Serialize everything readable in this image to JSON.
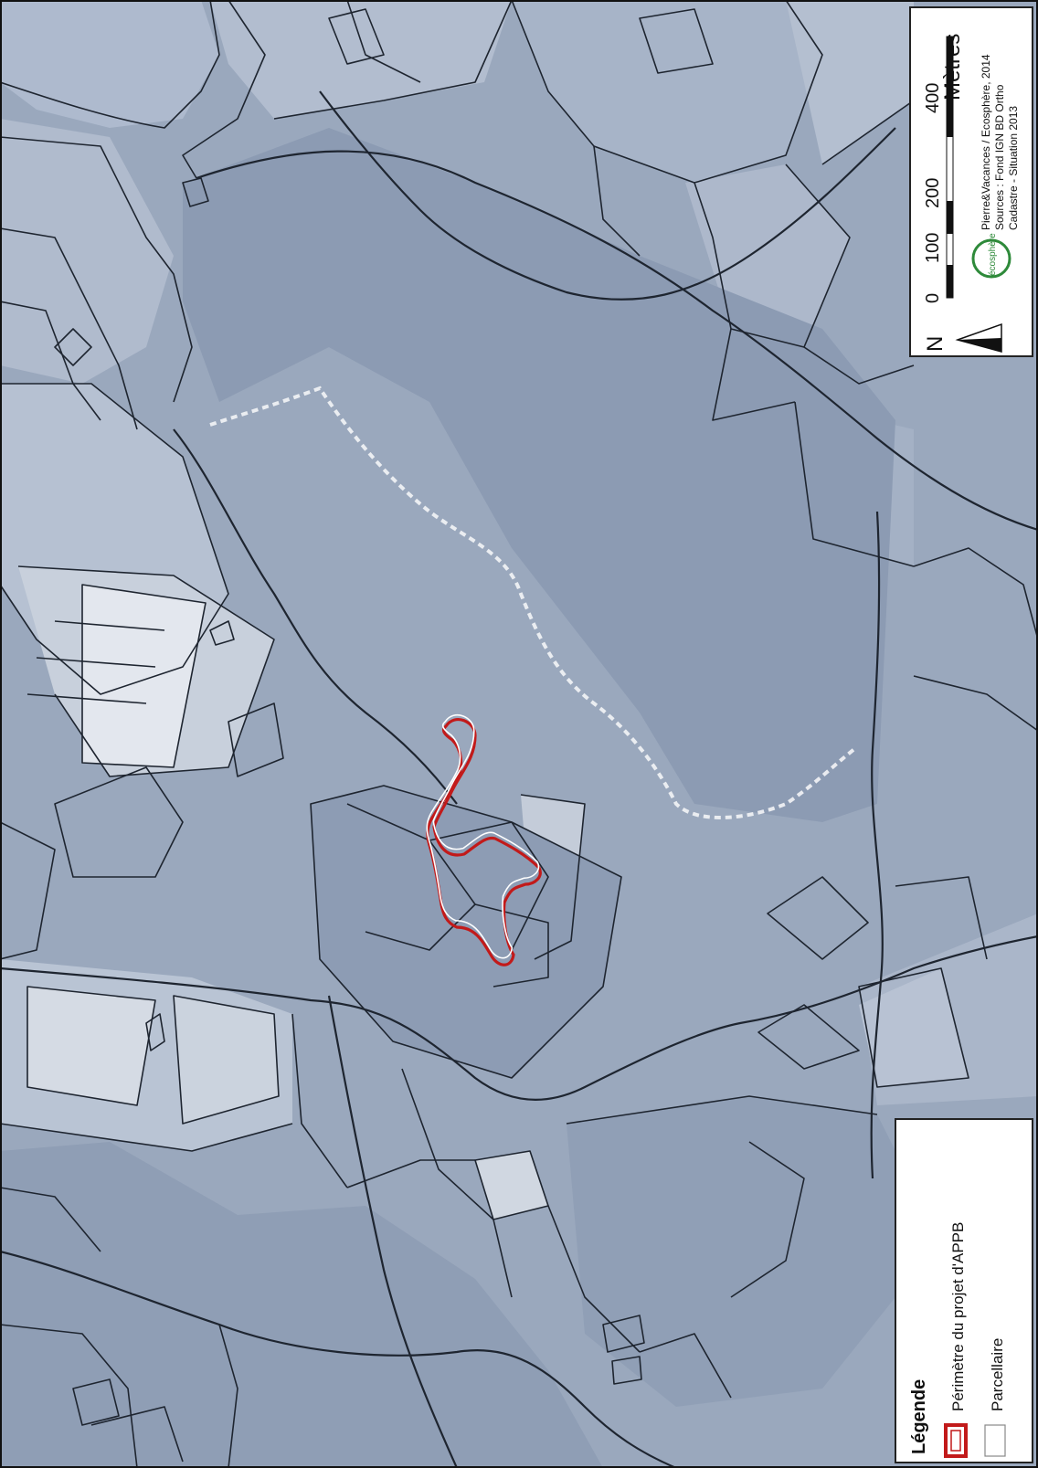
{
  "legend": {
    "title": "Légende",
    "items": [
      {
        "label": "Périmètre du projet d'APPB",
        "swatch": "red-double-outline"
      },
      {
        "label": "Parcellaire",
        "swatch": "white-box"
      }
    ]
  },
  "scalebar": {
    "north": "N",
    "ticks": [
      "0",
      "100",
      "200",
      "400"
    ],
    "unit": "Mètres"
  },
  "credits": {
    "line1": "Pierre&Vacances / Ecosphère, 2014",
    "line2": "Sources : Fond IGN BD Ortho",
    "line3": "Cadastre - Situation 2013"
  },
  "logo": {
    "text": "écosphère"
  },
  "colors": {
    "forest": "#8e9db4",
    "meadow": "#b7c2d2",
    "field_light": "#dee3ea",
    "parcel_line": "#1e2530",
    "perimeter": "#c21a1a"
  },
  "icons": [
    "north-arrow-icon",
    "scale-bar-icon",
    "ecosphere-logo-icon"
  ]
}
